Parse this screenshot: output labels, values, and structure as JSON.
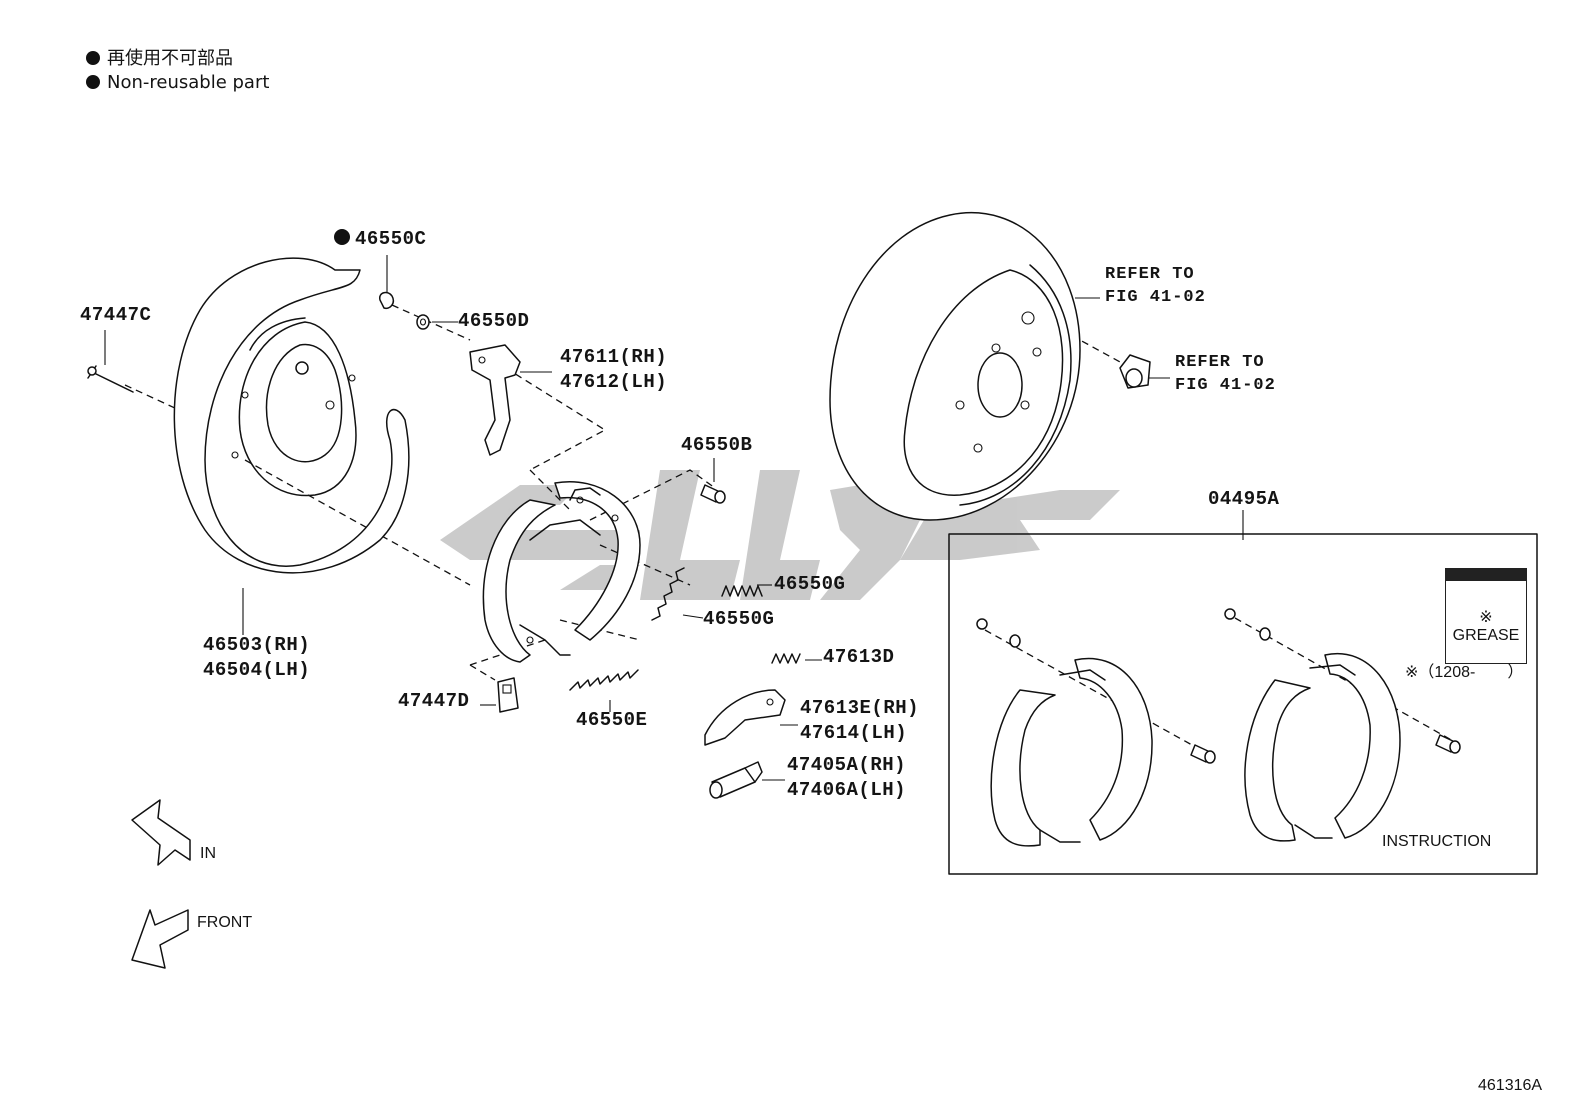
{
  "legend": {
    "line_jp": "再使用不可部品",
    "line_en": "Non-reusable part"
  },
  "labels": {
    "p46550C": "46550C",
    "p47447C": "47447C",
    "p46550D": "46550D",
    "p47611": "47611(RH)",
    "p47612": "47612(LH)",
    "p46550B": "46550B",
    "p46503": "46503(RH)",
    "p46504": "46504(LH)",
    "p46550G_a": "46550G",
    "p46550G_b": "46550G",
    "p47613D": "47613D",
    "p47447D": "47447D",
    "p46550E": "46550E",
    "p47613E": "47613E(RH)",
    "p47614": "47614(LH)",
    "p47405A": "47405A(RH)",
    "p47406A": "47406A(LH)",
    "p04495A": "04495A"
  },
  "refs": {
    "disc_line1": "REFER TO",
    "disc_line2": "FIG 41-02",
    "bolt_line1": "REFER TO",
    "bolt_line2": "FIG 41-02"
  },
  "kit": {
    "grease_mark": "※",
    "grease_label": "GREASE",
    "date_note": "※（1208-　　）",
    "instruction": "INSTRUCTION"
  },
  "arrows": {
    "in_label": "IN",
    "front_label": "FRONT"
  },
  "figure_id": "461316A",
  "colors": {
    "line": "#111111",
    "watermark": "#c8c8c8"
  }
}
